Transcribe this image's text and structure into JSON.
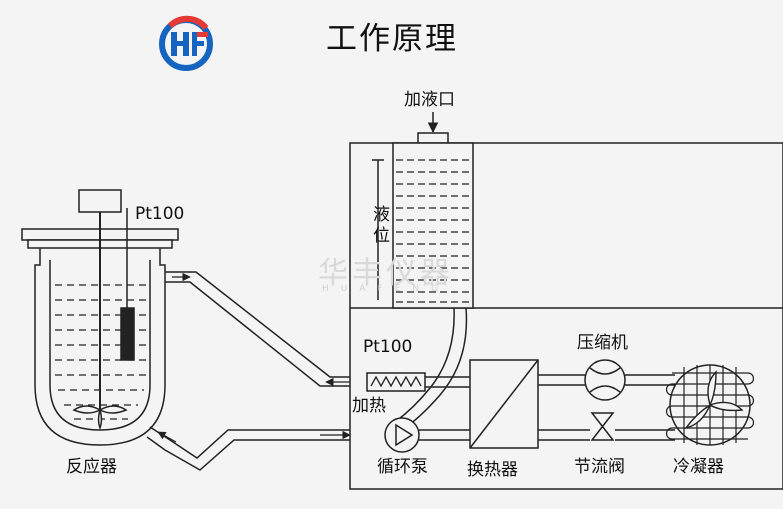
{
  "header": {
    "logo_icon": "hf-logo-icon",
    "title": "工作原理"
  },
  "watermark": {
    "text": "华丰仪器",
    "sub": "HUAFENG"
  },
  "labels": {
    "reactor": "反应器",
    "pt100_reactor": "Pt100",
    "pt100_heater": "Pt100",
    "heater": "加热",
    "pump": "循环泵",
    "heat_exchanger": "换热器",
    "throttle": "节流阀",
    "condenser": "冷凝器",
    "compressor": "压缩机",
    "fill_port": "加液口",
    "level": "液位"
  },
  "colors": {
    "line": "#222222",
    "logo_blue": "#1565c0",
    "logo_red": "#e53935",
    "background": "#f4f4f4"
  }
}
